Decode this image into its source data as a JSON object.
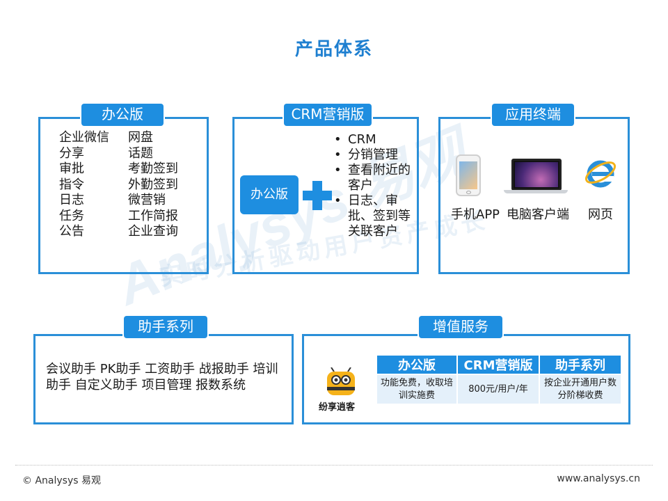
{
  "title": "产品体系",
  "watermark": {
    "brand": "Analysys 易观",
    "slogan": "实时分析驱动用户资产成长"
  },
  "office": {
    "tag": "办公版",
    "col1": [
      "企业微信",
      "分享",
      "审批",
      "指令",
      "日志",
      "任务",
      "公告"
    ],
    "col2": [
      "网盘",
      "话题",
      "考勤签到",
      "外勤签到",
      "微营销",
      "工作简报",
      "企业查询"
    ]
  },
  "crm": {
    "tag": "CRM营销版",
    "badge": "办公版",
    "bullets": [
      "CRM",
      "分销管理",
      "查看附近的客户",
      "日志、审批、签到等关联客户"
    ]
  },
  "terminals": {
    "tag": "应用终端",
    "devices": [
      "手机APP",
      "电脑客户端",
      "网页"
    ],
    "icons": [
      "phone-icon",
      "laptop-icon",
      "ie-browser-icon"
    ]
  },
  "helpers": {
    "tag": "助手系列",
    "text": "会议助手   PK助手   工资助手  战报助手 培训助手   自定义助手   项目管理   报数系统"
  },
  "services": {
    "tag": "增值服务",
    "logo_text": "纷享逍客",
    "headers": [
      "办公版",
      "CRM营销版",
      "助手系列"
    ],
    "row": [
      "功能免费，收取培训实施费",
      "800元/用户/年",
      "按企业开通用户数分阶梯收费"
    ]
  },
  "footer": {
    "left": "© Analysys 易观",
    "right": "www.analysys.cn"
  },
  "colors": {
    "accent": "#1e8ee0",
    "title": "#1e7fd0"
  }
}
